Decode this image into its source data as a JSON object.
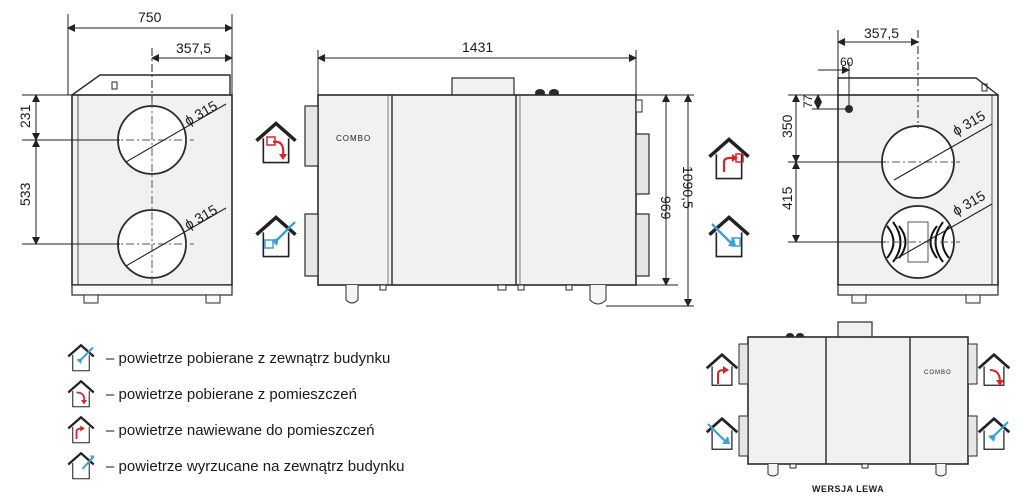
{
  "dimensions": {
    "front_width": "750",
    "front_offset": "357,5",
    "front_top": "231",
    "front_spacing": "533",
    "front_d_top": "ϕ 315",
    "front_d_bottom": "ϕ 315",
    "side_length": "1431",
    "side_height_inner": "969",
    "side_height_total": "1090,5",
    "right_offset": "357,5",
    "right_small": "60",
    "right_tiny": "77",
    "right_top": "350",
    "right_spacing": "415",
    "right_d_top": "ϕ 315",
    "right_d_bottom": "ϕ 315"
  },
  "brand_label": "COMBO",
  "brand_label_small": "COMBO",
  "caption": "WERSJA LEWA",
  "legend": [
    {
      "icon": "outdoor-intake-icon",
      "text": "– powietrze pobierane z zewnątrz budynku"
    },
    {
      "icon": "room-extract-icon",
      "text": "– powietrze pobierane z pomieszczeń"
    },
    {
      "icon": "room-supply-icon",
      "text": "– powietrze nawiewane do pomieszczeń"
    },
    {
      "icon": "exhaust-icon",
      "text": "– powietrze wyrzucane na zewnątrz budynku"
    }
  ],
  "colors": {
    "line": "#2a2a2a",
    "panel": "#f1f1f1",
    "supply": "#d7262b",
    "outdoor": "#3aa0d8"
  }
}
